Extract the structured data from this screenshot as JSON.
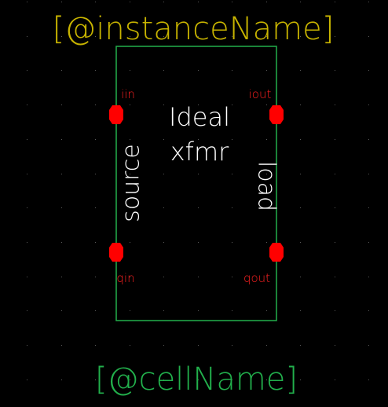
{
  "schematic": {
    "instance_name": "[@instanceName]",
    "cell_name": "[@cellName]",
    "body_text_line1": "Ideal",
    "body_text_line2": "xfmr",
    "side_label_left": "source",
    "side_label_right": "load"
  },
  "pins": {
    "iin": "iin",
    "iout": "iout",
    "qin": "qin",
    "qout": "qout"
  },
  "colors": {
    "background": "#000000",
    "instance_name": "#c8b400",
    "cell_name": "#22b04c",
    "body_outline": "#22b04c",
    "body_text": "#ffffff",
    "pin_fill": "#ff0000",
    "pin_label": "#ff2020",
    "grid_dot": "#5a5a5a"
  },
  "grid": {
    "visible": true
  }
}
